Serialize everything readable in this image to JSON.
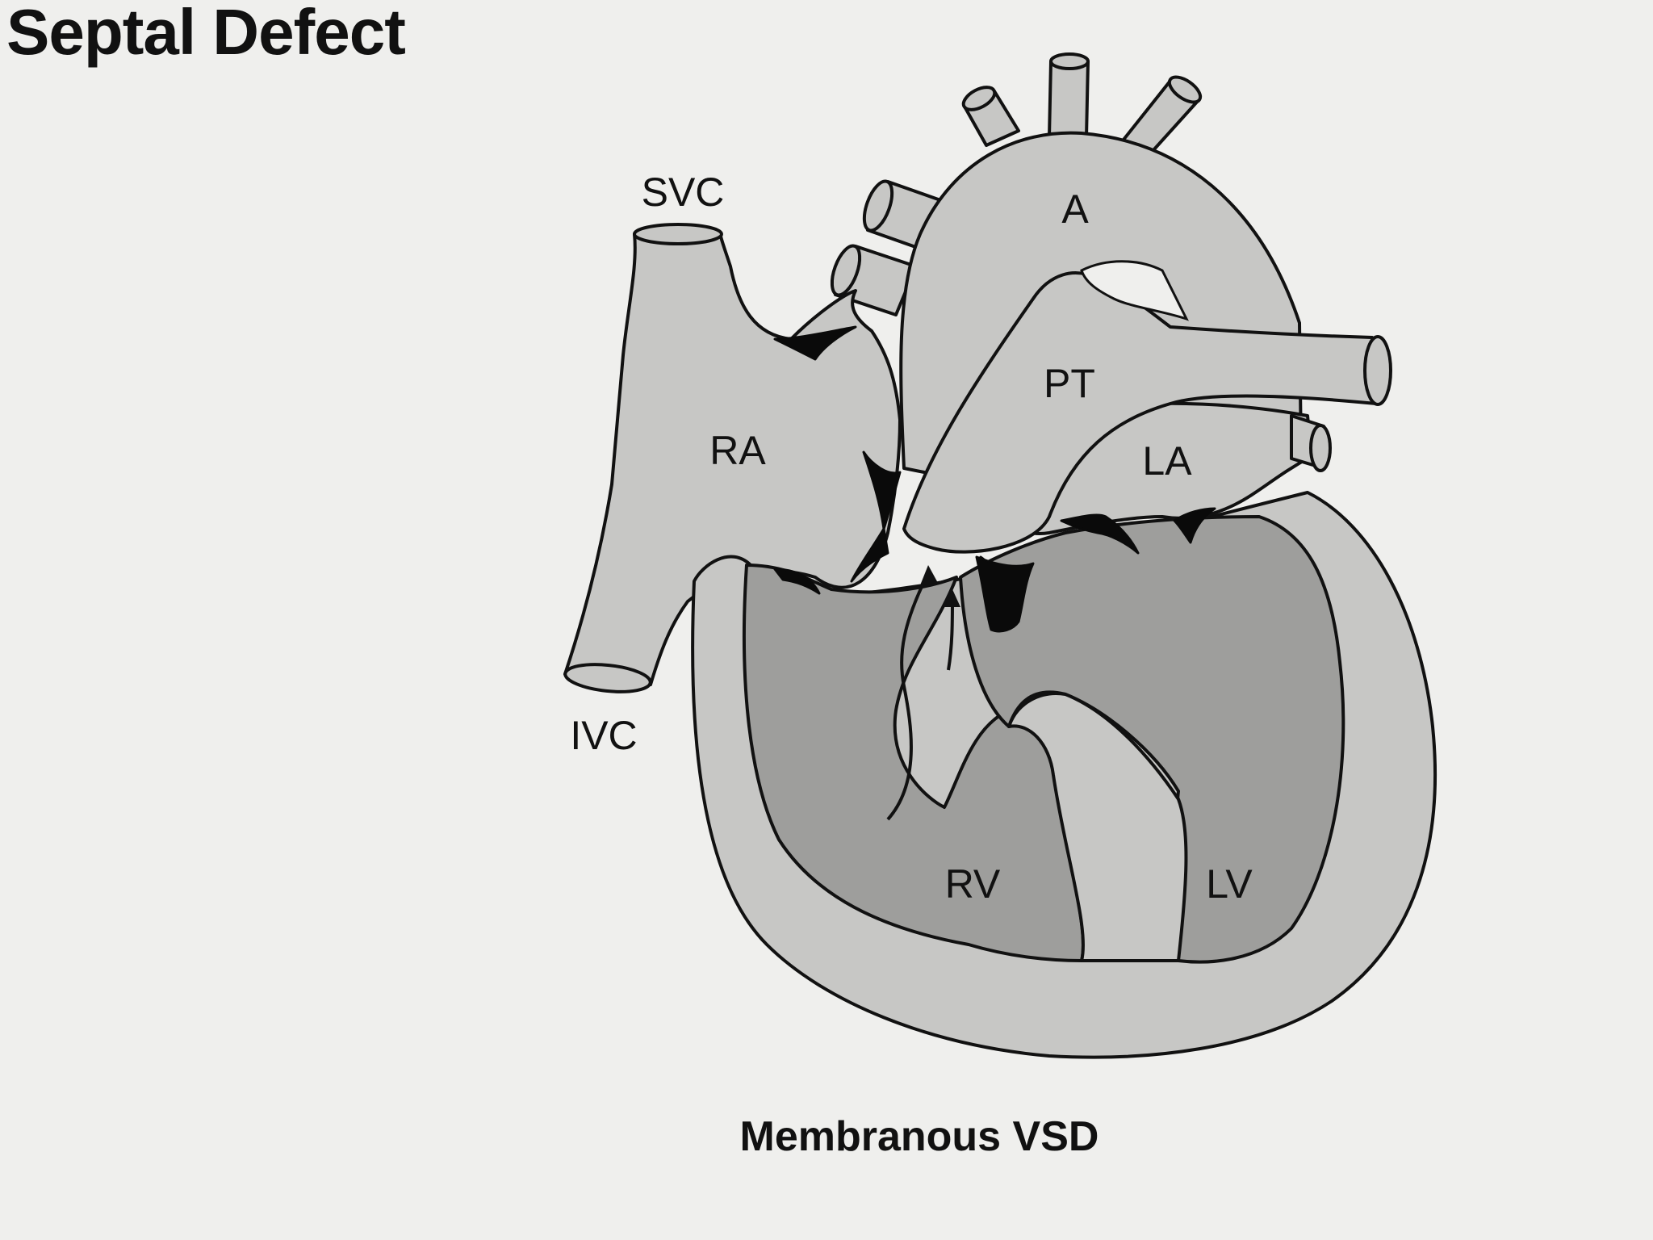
{
  "title": "Septal Defect",
  "caption": "Membranous VSD",
  "labels": {
    "svc": "SVC",
    "ivc": "IVC",
    "aorta": "A",
    "pulmonary_trunk": "PT",
    "right_atrium": "RA",
    "left_atrium": "LA",
    "right_ventricle": "RV",
    "left_ventricle": "LV"
  },
  "colors": {
    "background": "#efefed",
    "vessel_fill": "#c7c7c5",
    "chamber_fill": "#9e9e9c",
    "outline": "#111111",
    "valve": "#0a0a0a"
  }
}
